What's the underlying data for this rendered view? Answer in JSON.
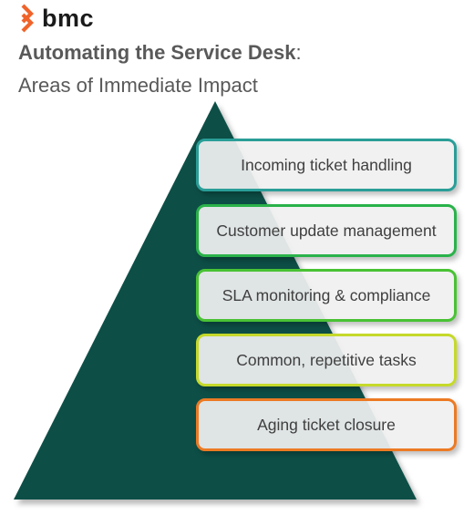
{
  "logo": {
    "text": "bmc",
    "icon": "bmc-chevron-logo",
    "color": "#f0632a"
  },
  "title": {
    "bold": "Automating the Service Desk",
    "suffix": ":"
  },
  "subtitle": "Areas of Immediate Impact",
  "pyramid": {
    "fill": "#0d4f47"
  },
  "items": [
    {
      "label": "Incoming ticket handling",
      "border": "#2a9e98"
    },
    {
      "label": "Customer update management",
      "border": "#2ab24a"
    },
    {
      "label": "SLA monitoring & compliance",
      "border": "#49c234"
    },
    {
      "label": "Common, repetitive tasks",
      "border": "#c5d92a"
    },
    {
      "label": "Aging ticket closure",
      "border": "#ec7a24"
    }
  ]
}
